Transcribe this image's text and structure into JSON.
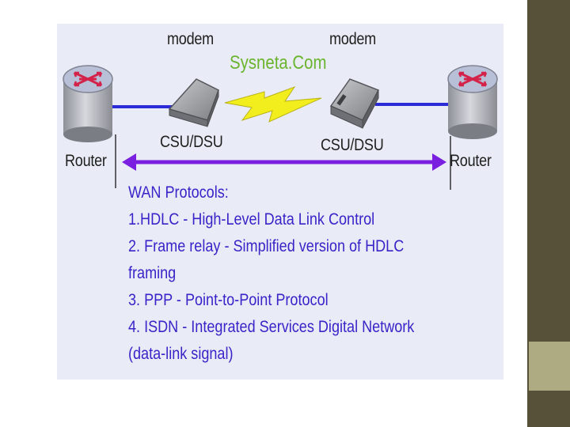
{
  "diagram": {
    "left_modem_label": "modem",
    "right_modem_label": "modem",
    "brand": "Sysneta.Com",
    "left_csu_label": "CSU/DSU",
    "right_csu_label": "CSU/DSU",
    "left_router_label": "Router",
    "right_router_label": "Router",
    "link_color": "#2b2bd8",
    "bolt_color": "#f2ee1e"
  },
  "protocols": {
    "heading": "WAN Protocols:",
    "items": [
      "1.HDLC - High-Level Data Link Control",
      "2. Frame relay - Simplified version of HDLC",
      "framing",
      "3. PPP - Point-to-Point Protocol",
      "4. ISDN - Integrated Services Digital Network",
      "(data-link signal)"
    ]
  },
  "theme": {
    "sidebar": "#57513a",
    "sidebar_accent": "#aeaa81",
    "text_blue": "#3a23c8",
    "brand_green": "#6ab42e"
  }
}
